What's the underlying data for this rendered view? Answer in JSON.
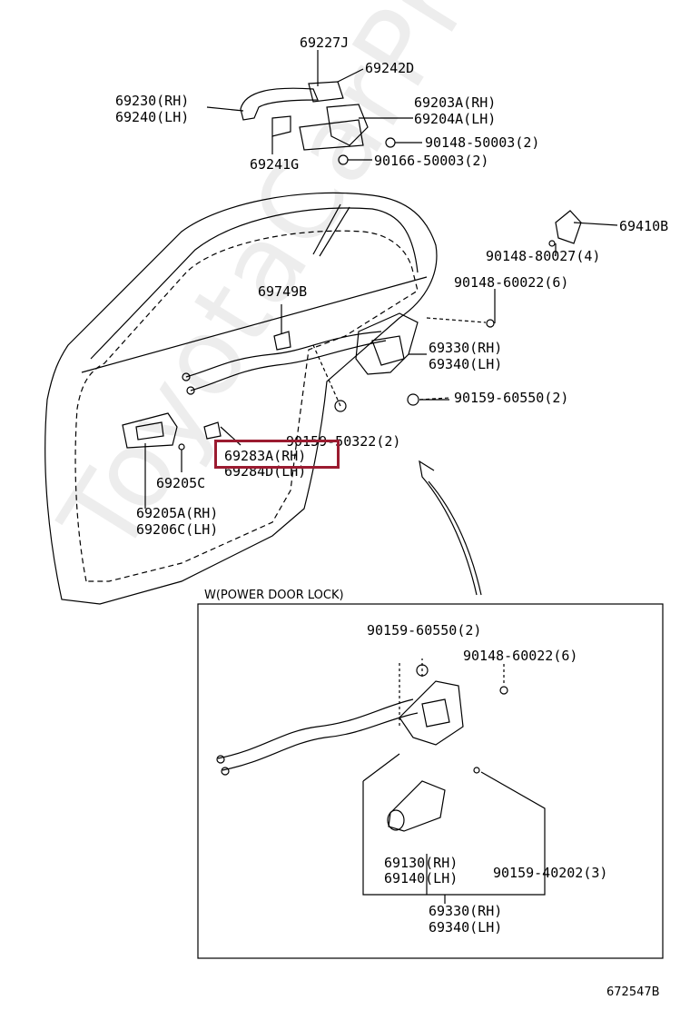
{
  "parts": {
    "p69227J": "69227J",
    "p69242D": "69242D",
    "p69230": "69230(RH)",
    "p69240": "69240(LH)",
    "p69203A": "69203A(RH)",
    "p69204A": "69204A(LH)",
    "p90148_50003": "90148-50003(2)",
    "p90166_50003": "90166-50003(2)",
    "p69241G": "69241G",
    "p69410B": "69410B",
    "p90148_80027": "90148-80027(4)",
    "p90148_60022": "90148-60022(6)",
    "p69749B": "69749B",
    "p69330": "69330(RH)",
    "p69340": "69340(LH)",
    "p90159_60550": "90159-60550(2)",
    "p90159_50322": "90159-50322(2)",
    "p69283A": "69283A(RH)",
    "p69284D": "69284D(LH)",
    "p69205C": "69205C",
    "p69205A": "69205A(RH)",
    "p69206C": "69206C(LH)"
  },
  "inset": {
    "title": "W(POWER DOOR LOCK)",
    "p90159_60550": "90159-60550(2)",
    "p90148_60022": "90148-60022(6)",
    "p69130": "69130(RH)",
    "p69140": "69140(LH)",
    "p90159_40202": "90159-40202(3)",
    "p69330": "69330(RH)",
    "p69340": "69340(LH)"
  },
  "highlight_part": "69283A(RH)",
  "diagram_code": "672547B",
  "watermark": "ToyotaCarPrice.ru",
  "colors": {
    "highlight": "#9b1b30",
    "line": "#000000",
    "watermark": "#ededed"
  }
}
